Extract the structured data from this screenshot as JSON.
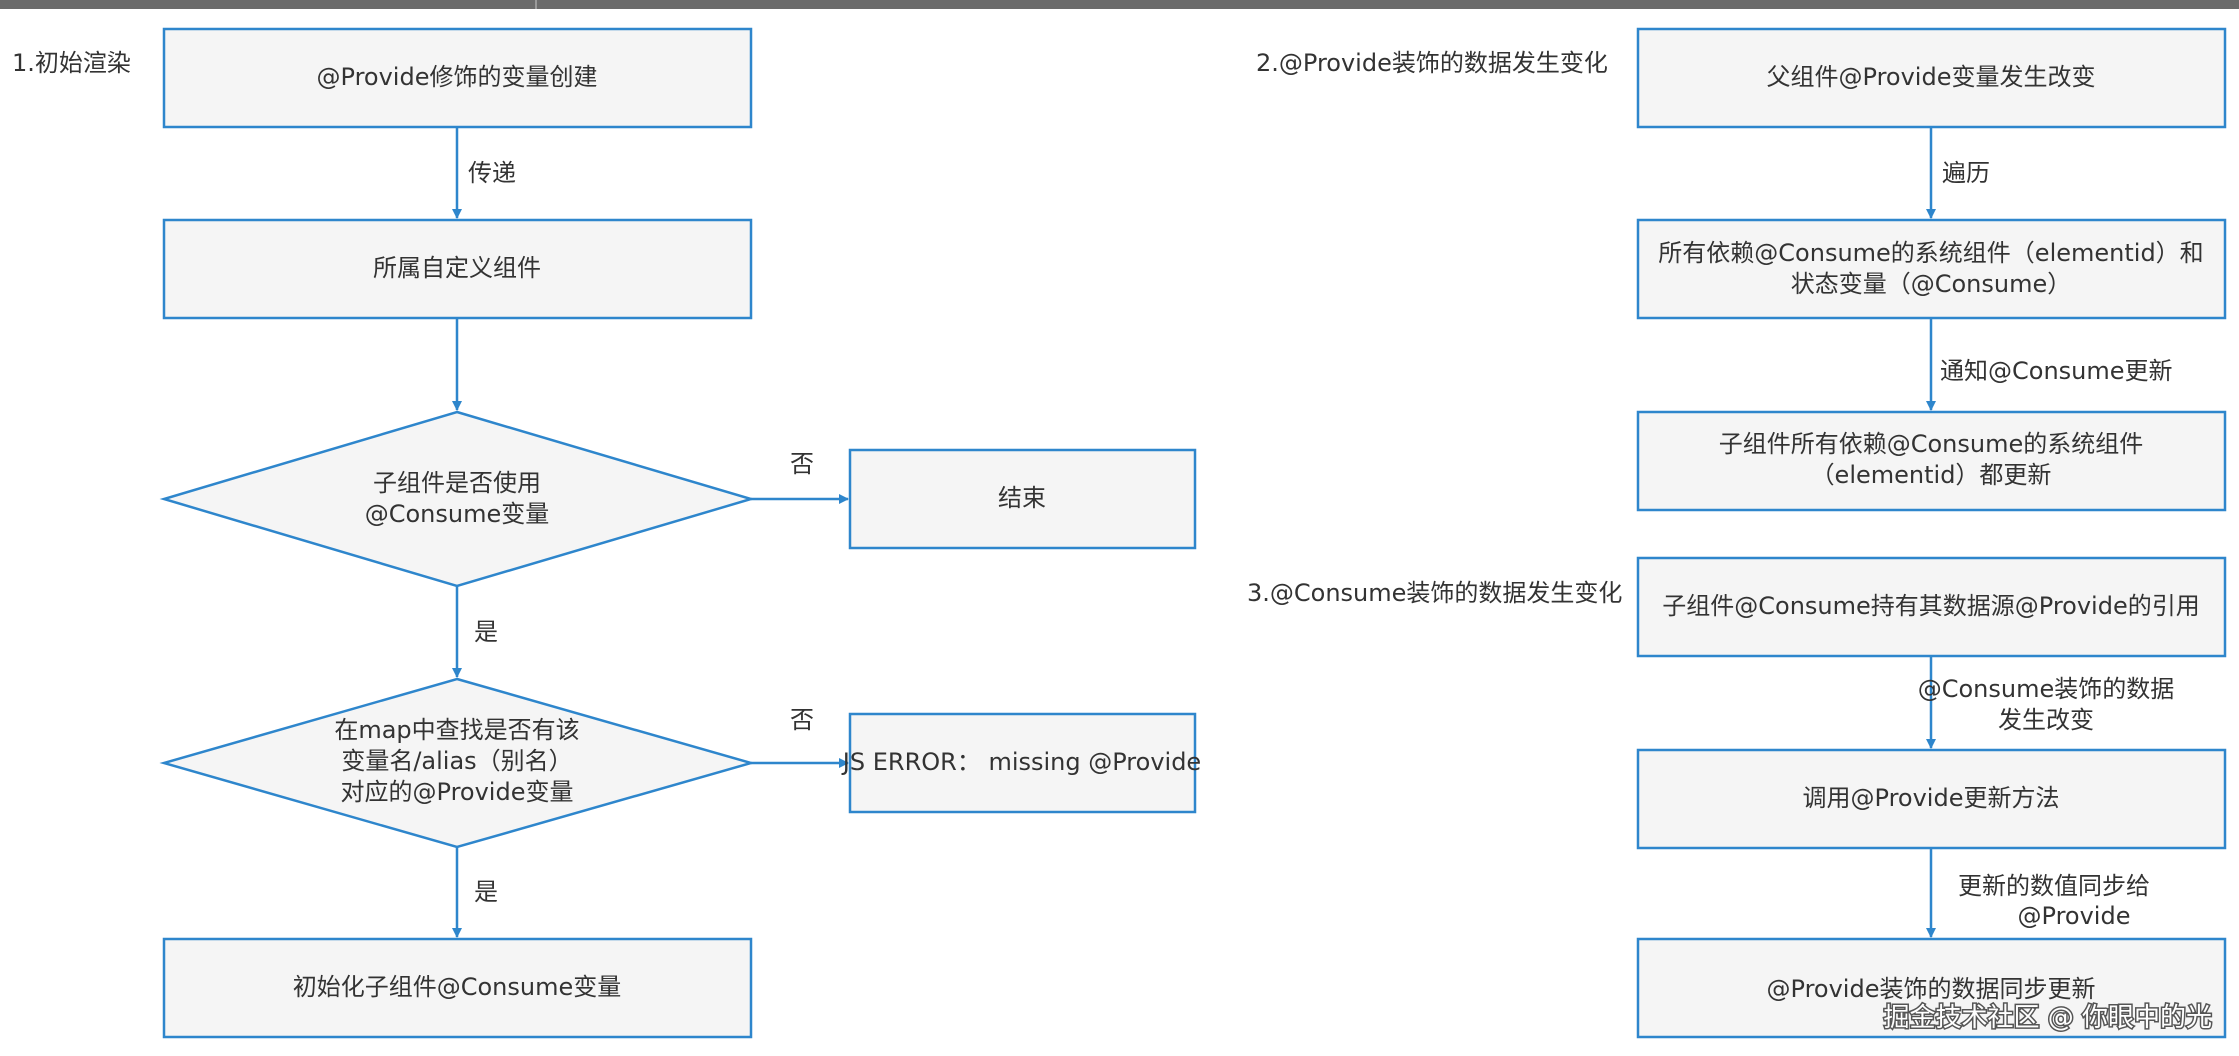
{
  "sections": {
    "s1": "1.初始渲染",
    "s2": "2.@Provide装饰的数据发生变化",
    "s3": "3.@Consume装饰的数据发生变化"
  },
  "flow1": {
    "create": "@Provide修饰的变量创建",
    "pass": "传递",
    "owner": "所属自定义组件",
    "check_use": [
      "子组件是否使用",
      "@Consume变量"
    ],
    "no1": "否",
    "end": "结束",
    "yes1": "是",
    "check_map": [
      "在map中查找是否有该",
      "变量名/alias（别名）",
      "对应的@Provide变量"
    ],
    "no2": "否",
    "error": "JS ERROR：  missing @Provide",
    "yes2": "是",
    "init": "初始化子组件@Consume变量"
  },
  "flow2": {
    "parent_change": "父组件@Provide变量发生改变",
    "traverse": "遍历",
    "dependents": [
      "所有依赖@Consume的系统组件（elementid）和",
      "状态变量（@Consume）"
    ],
    "notify": "通知@Consume更新",
    "child_update": [
      "子组件所有依赖@Consume的系统组件",
      "（elementid）都更新"
    ]
  },
  "flow3": {
    "holds_ref": "子组件@Consume持有其数据源@Provide的引用",
    "consume_change": [
      "@Consume装饰的数据",
      "发生改变"
    ],
    "call_update": "调用@Provide更新方法",
    "sync": [
      "更新的数值同步给",
      "@Provide"
    ],
    "synced": "@Provide装饰的数据同步更新"
  },
  "watermark": "掘金技术社区 @ 你眼中的光",
  "colors": {
    "stroke": "#2e86cc",
    "fill": "#f5f5f5",
    "text": "#333333"
  }
}
